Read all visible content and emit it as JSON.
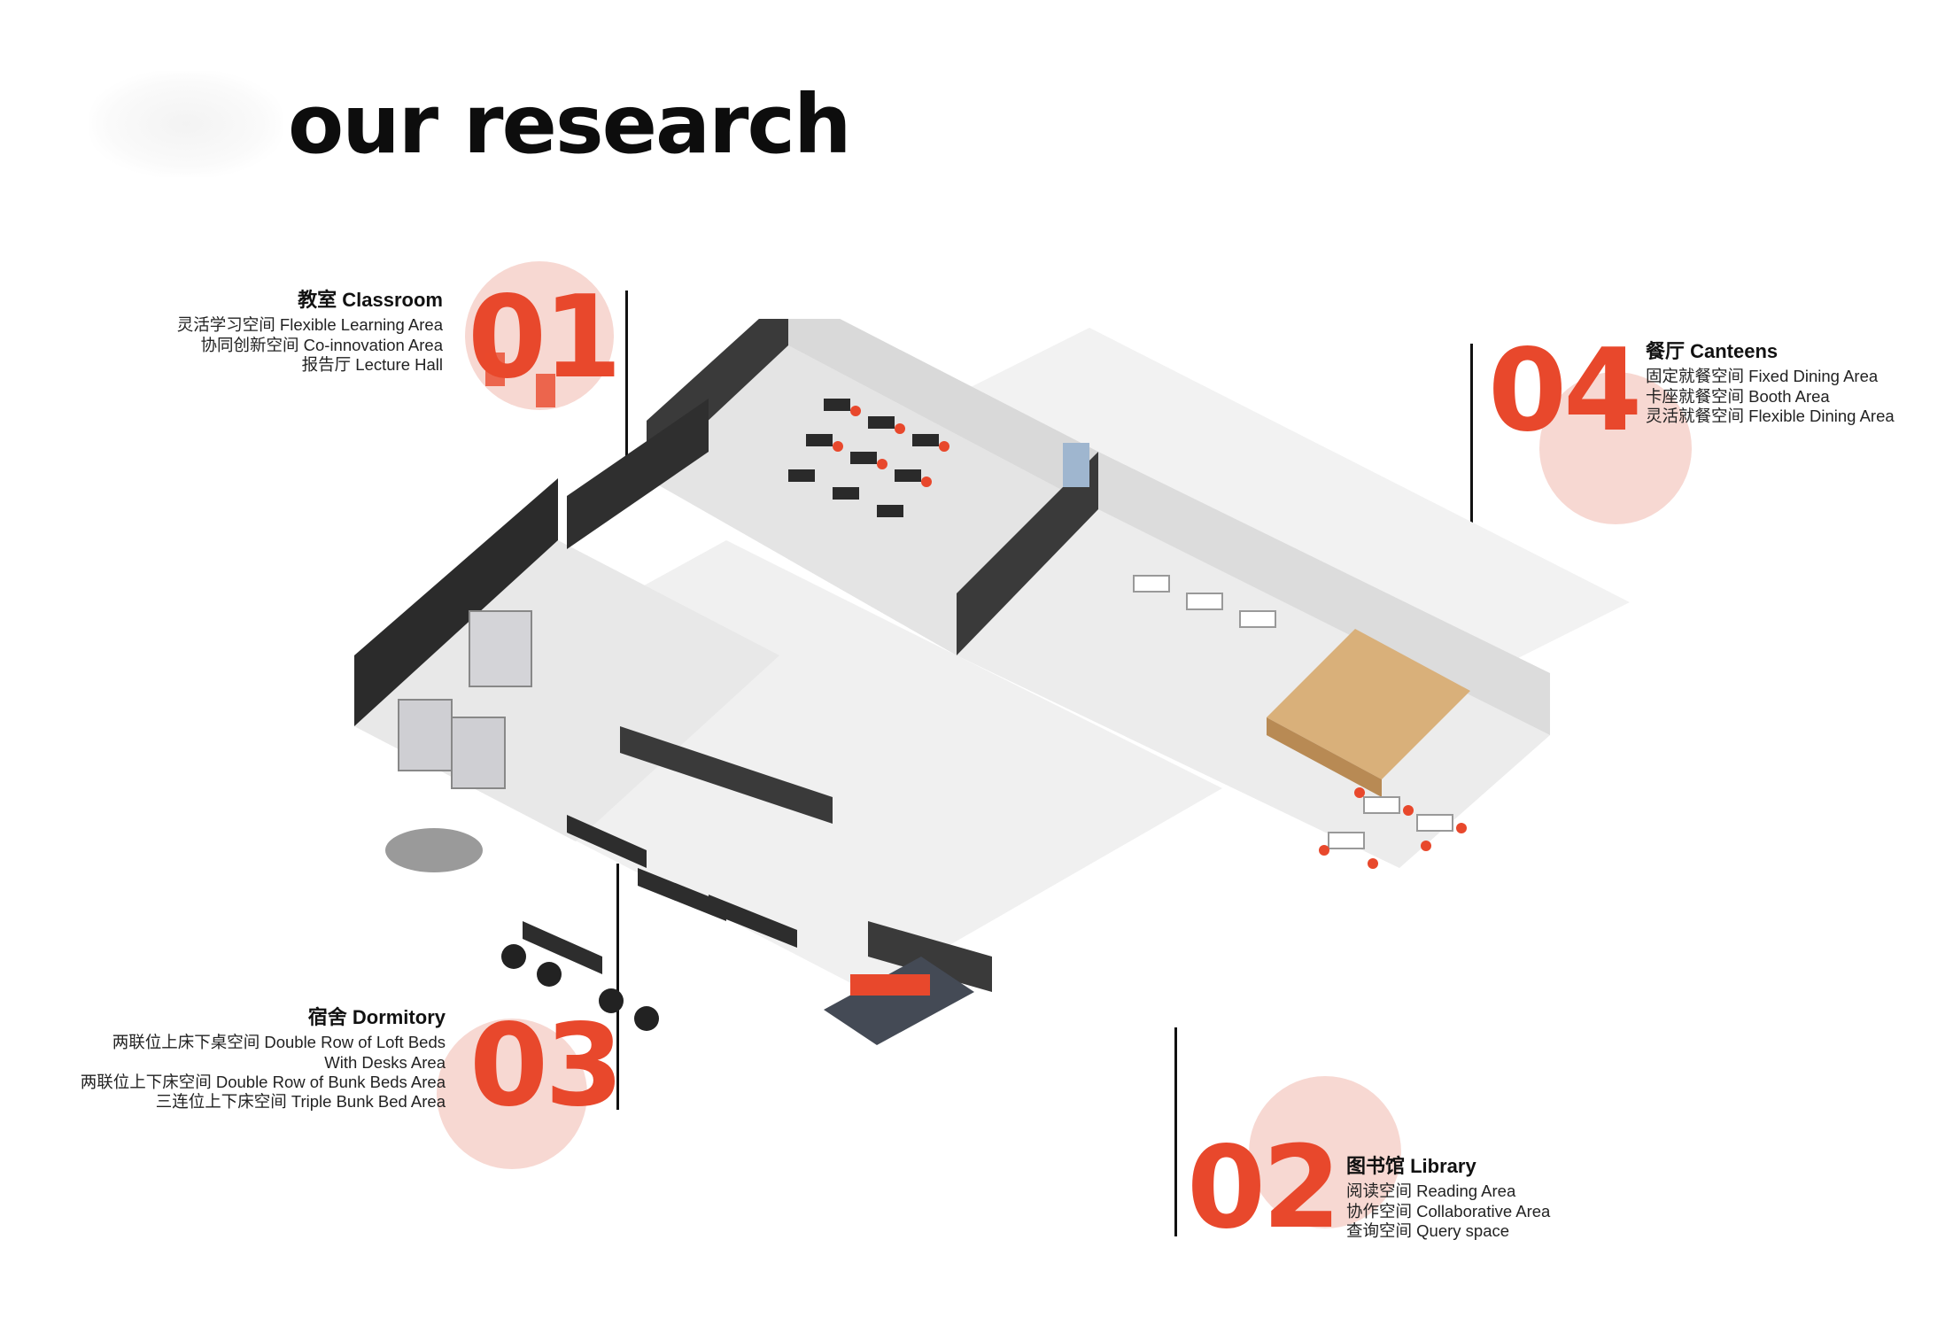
{
  "page_title": "our research",
  "colors": {
    "accent": "#e8482c",
    "circle": "#f7d8d2",
    "dark": "#111111",
    "wall": "#2b2b2b",
    "floor": "#e6e6e6",
    "wood": "#d9b07a"
  },
  "sections": [
    {
      "number": "01",
      "heading": "教室 Classroom",
      "items": [
        "灵活学习空间 Flexible Learning Area",
        "协同创新空间 Co-innovation Area",
        "报告厅 Lecture Hall"
      ]
    },
    {
      "number": "02",
      "heading": "图书馆 Library",
      "items": [
        "阅读空间 Reading Area",
        "协作空间 Collaborative Area",
        "查询空间 Query space"
      ]
    },
    {
      "number": "03",
      "heading": "宿舍 Dormitory",
      "items": [
        "两联位上床下桌空间 Double Row of Loft Beds",
        "With Desks Area",
        "两联位上下床空间 Double Row of Bunk Beds Area",
        "三连位上下床空间  Triple Bunk Bed Area"
      ]
    },
    {
      "number": "04",
      "heading": "餐厅 Canteens",
      "items": [
        "固定就餐空间 Fixed Dining Area",
        "卡座就餐空间 Booth Area",
        "灵活就餐空间 Flexible Dining Area"
      ]
    }
  ]
}
